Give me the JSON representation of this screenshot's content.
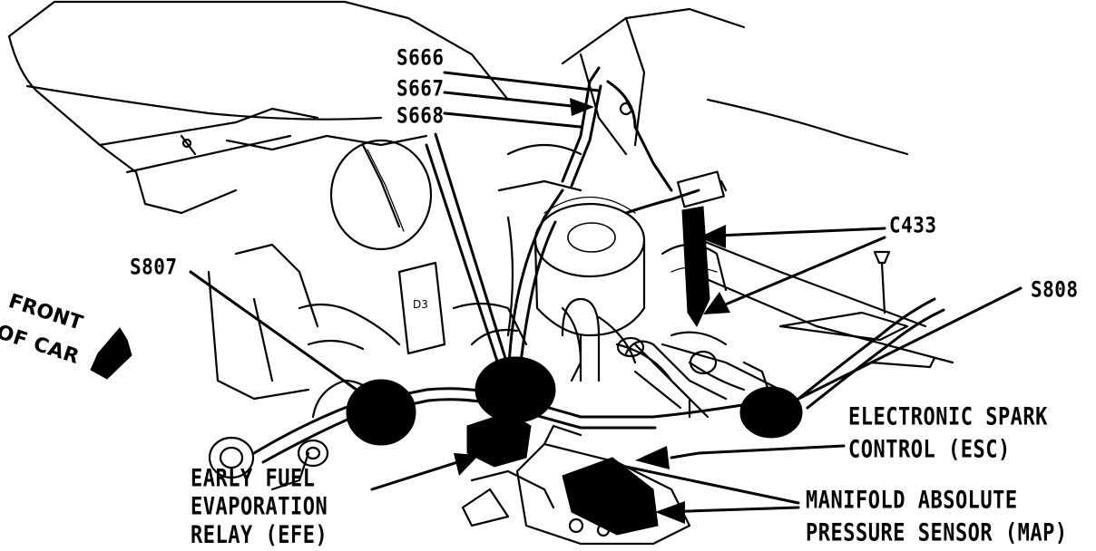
{
  "labels": {
    "s666": "S666",
    "s667": "S667",
    "s668": "S668",
    "c433": "C433",
    "s807": "S807",
    "s808": "S808",
    "front_of_car_line1": "FRONT",
    "front_of_car_line2": "OF CAR",
    "esc_line1": "ELECTRONIC SPARK",
    "esc_line2": "CONTROL (ESC)",
    "map_line1": "MANIFOLD ABSOLUTE",
    "map_line2": "PRESSURE SENSOR (MAP)",
    "efe_line1": "EARLY FUEL",
    "efe_line2": "EVAPORATION",
    "efe_line3": "RELAY (EFE)"
  },
  "colors": {
    "ink": "#000000",
    "paper": "#ffffff"
  }
}
